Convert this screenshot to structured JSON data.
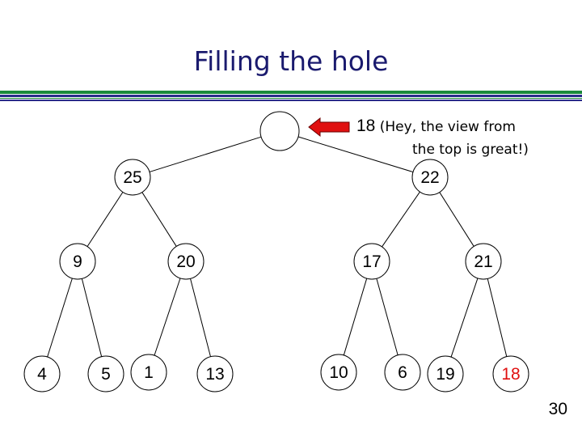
{
  "slide": {
    "title": "Filling the hole",
    "page_number": "30"
  },
  "annotation": {
    "value": "18",
    "line1": "(Hey, the view from",
    "line2": "the top is great!)",
    "arrow_color": "#e01010"
  },
  "colors": {
    "title": "#1a1a6e",
    "highlight_label": "#e01010",
    "rule_green": "#1b8a3a",
    "rule_blue": "#2b2b8a"
  },
  "tree": {
    "nodes": [
      {
        "id": "root",
        "label": "",
        "empty": true
      },
      {
        "id": "n25",
        "label": "25"
      },
      {
        "id": "n22",
        "label": "22"
      },
      {
        "id": "n9",
        "label": "9"
      },
      {
        "id": "n20",
        "label": "20"
      },
      {
        "id": "n17",
        "label": "17"
      },
      {
        "id": "n21",
        "label": "21"
      },
      {
        "id": "n4",
        "label": "4"
      },
      {
        "id": "n5",
        "label": "5"
      },
      {
        "id": "n1",
        "label": "1"
      },
      {
        "id": "n13",
        "label": "13"
      },
      {
        "id": "n10",
        "label": "10"
      },
      {
        "id": "n6",
        "label": "6"
      },
      {
        "id": "n19",
        "label": "19"
      },
      {
        "id": "n18",
        "label": "18",
        "highlight": true
      }
    ],
    "edges": [
      [
        "root",
        "n25"
      ],
      [
        "root",
        "n22"
      ],
      [
        "n25",
        "n9"
      ],
      [
        "n25",
        "n20"
      ],
      [
        "n22",
        "n17"
      ],
      [
        "n22",
        "n21"
      ],
      [
        "n9",
        "n4"
      ],
      [
        "n9",
        "n5"
      ],
      [
        "n20",
        "n1"
      ],
      [
        "n20",
        "n13"
      ],
      [
        "n17",
        "n10"
      ],
      [
        "n17",
        "n6"
      ],
      [
        "n21",
        "n19"
      ],
      [
        "n21",
        "n18"
      ]
    ]
  }
}
